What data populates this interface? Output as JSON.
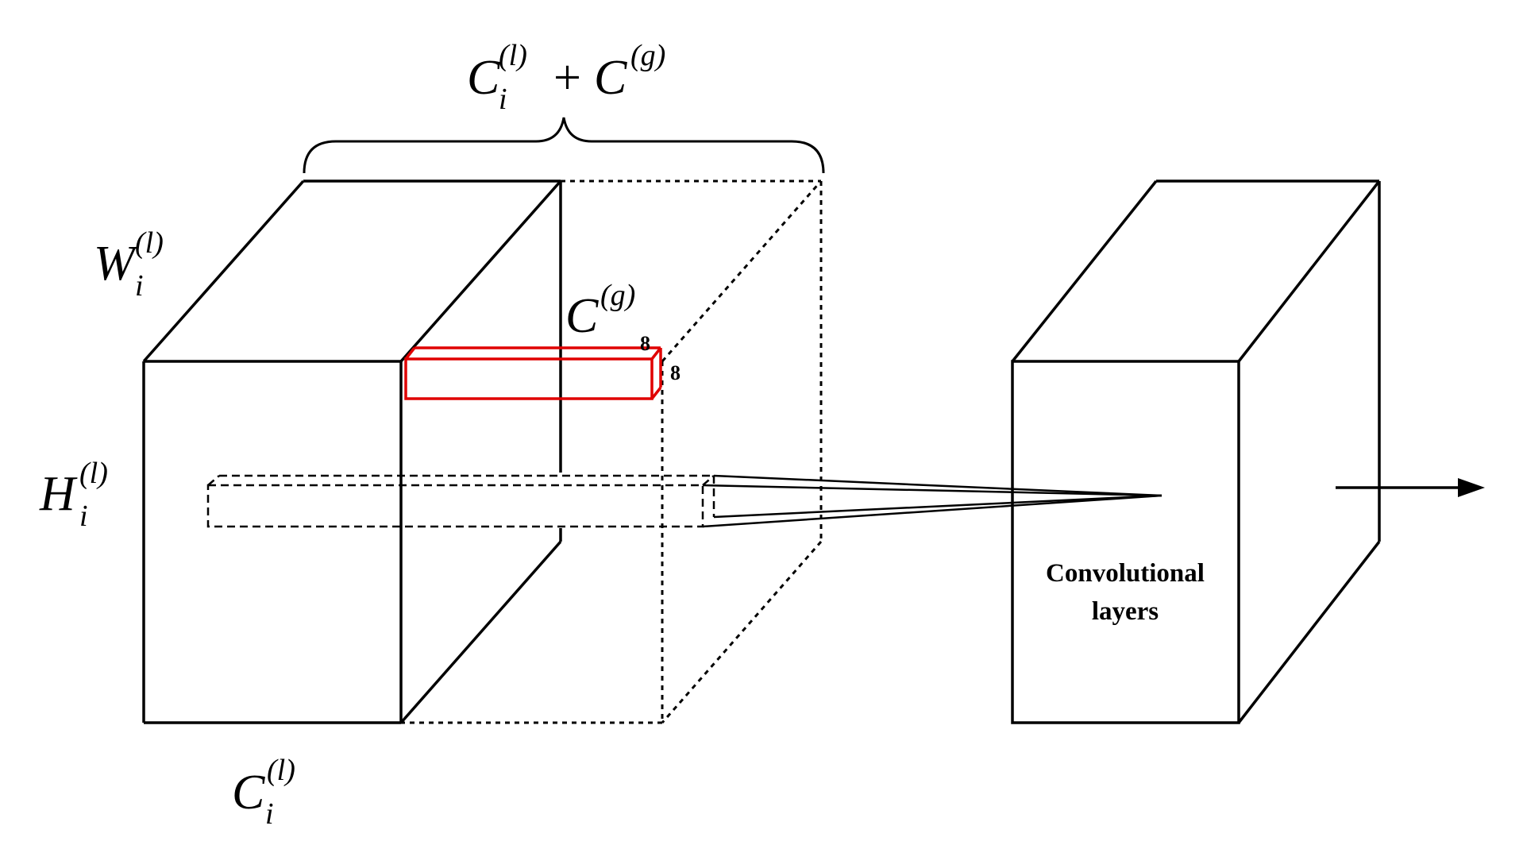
{
  "labels": {
    "top_brace": {
      "base1": "C",
      "sub1": "i",
      "sup1": "(l)",
      "op": "+",
      "base2": "C",
      "sup2": "(g)"
    },
    "width": {
      "base": "W",
      "sub": "i",
      "sup": "(l)"
    },
    "height": {
      "base": "H",
      "sub": "i",
      "sup": "(l)"
    },
    "bottom": {
      "base": "C",
      "sub": "i",
      "sup": "(l)"
    },
    "global_channels": {
      "base": "C",
      "sup": "(g)"
    },
    "slice_dim_top": "8",
    "slice_dim_side": "8",
    "conv_block_line1": "Convolutional",
    "conv_block_line2": "layers"
  },
  "colors": {
    "stroke": "#000000",
    "highlight": "#e00000",
    "background": "#ffffff"
  }
}
